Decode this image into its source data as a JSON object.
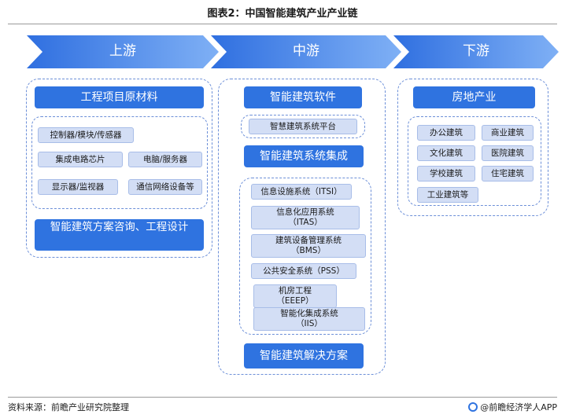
{
  "title": "图表2：中国智能建筑产业产业链",
  "stages": {
    "upstream": {
      "label": "上游",
      "header": "工程项目原材料",
      "items": [
        "控制器/模块/传感器",
        "集成电路芯片",
        "电脑/服务器",
        "显示器/监视器",
        "通信网络设备等"
      ],
      "footer_box": "智能建筑方案咨询、工程设计"
    },
    "midstream": {
      "label": "中游",
      "header": "智能建筑软件",
      "platform": "智慧建筑系统平台",
      "integration": "智能建筑系统集成",
      "systems": [
        {
          "line1": "信息设施系统（ITSI）",
          "line2": ""
        },
        {
          "line1": "信息化应用系统",
          "line2": "（ITAS）"
        },
        {
          "line1": "建筑设备管理系统",
          "line2": "（BMS）"
        },
        {
          "line1": "公共安全系统（PSS）",
          "line2": ""
        },
        {
          "line1": "机房工程",
          "line2": "（EEEP）"
        },
        {
          "line1": "智能化集成系统",
          "line2": "（IIS）"
        }
      ],
      "solution": "智能建筑解决方案"
    },
    "downstream": {
      "label": "下游",
      "header": "房地产业",
      "items": [
        "办公建筑",
        "商业建筑",
        "文化建筑",
        "医院建筑",
        "学校建筑",
        "住宅建筑",
        "工业建筑等"
      ]
    }
  },
  "footer": {
    "source": "资料来源：前瞻产业研究院整理",
    "brand": "@前瞻经济学人APP"
  },
  "colors": {
    "arrow_dark": "#2f6fe0",
    "arrow_light": "#7fb0f5",
    "header_blue": "#2f73e0",
    "chip_fill": "#d3def5",
    "dashed_border": "#6c8fd8"
  }
}
